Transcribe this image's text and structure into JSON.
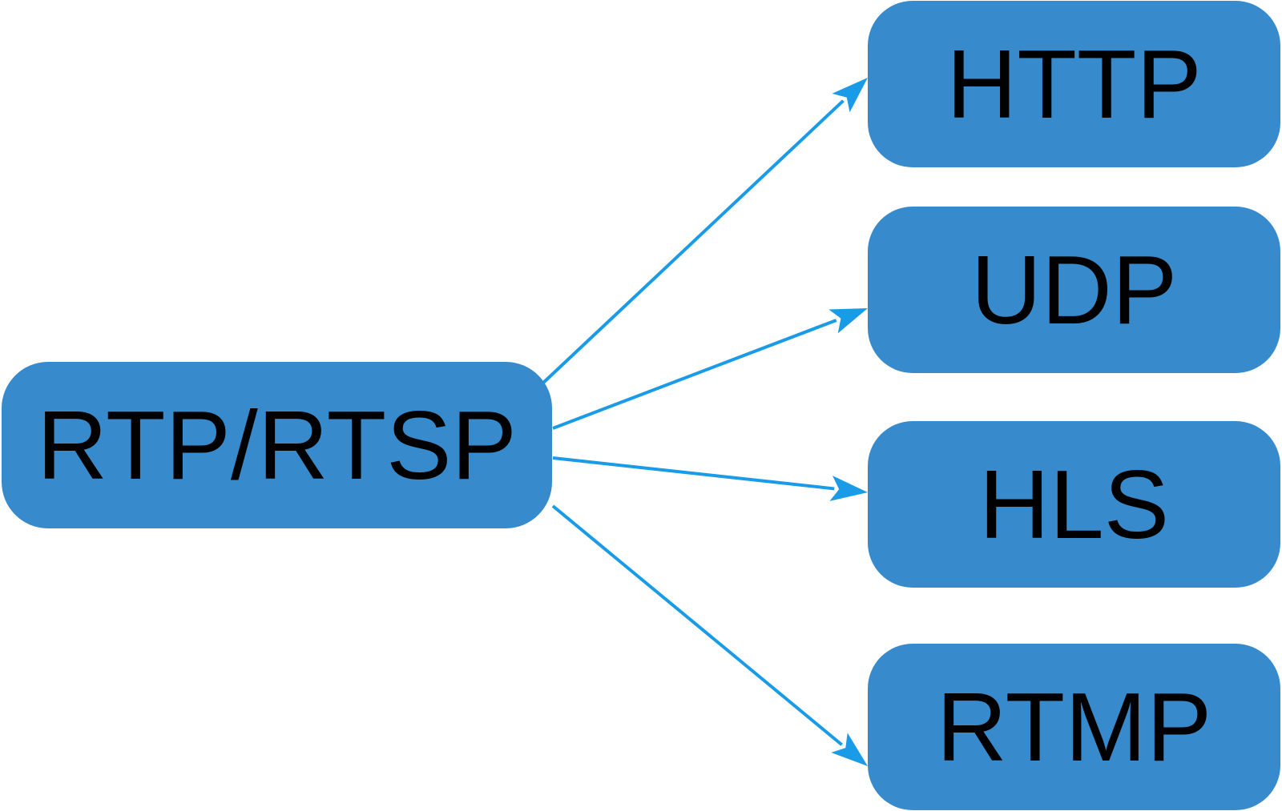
{
  "diagram": {
    "type": "flow",
    "colors": {
      "node_fill": "#378bcc",
      "node_text": "#000000",
      "edge": "#1a9be8",
      "background": "#ffffff"
    },
    "source": {
      "label": "RTP/RTSP"
    },
    "targets": [
      {
        "id": "http",
        "label": "HTTP"
      },
      {
        "id": "udp",
        "label": "UDP"
      },
      {
        "id": "hls",
        "label": "HLS"
      },
      {
        "id": "rtmp",
        "label": "RTMP"
      }
    ],
    "edges": [
      {
        "from": "RTP/RTSP",
        "to": "HTTP"
      },
      {
        "from": "RTP/RTSP",
        "to": "UDP"
      },
      {
        "from": "RTP/RTSP",
        "to": "HLS"
      },
      {
        "from": "RTP/RTSP",
        "to": "RTMP"
      }
    ]
  }
}
